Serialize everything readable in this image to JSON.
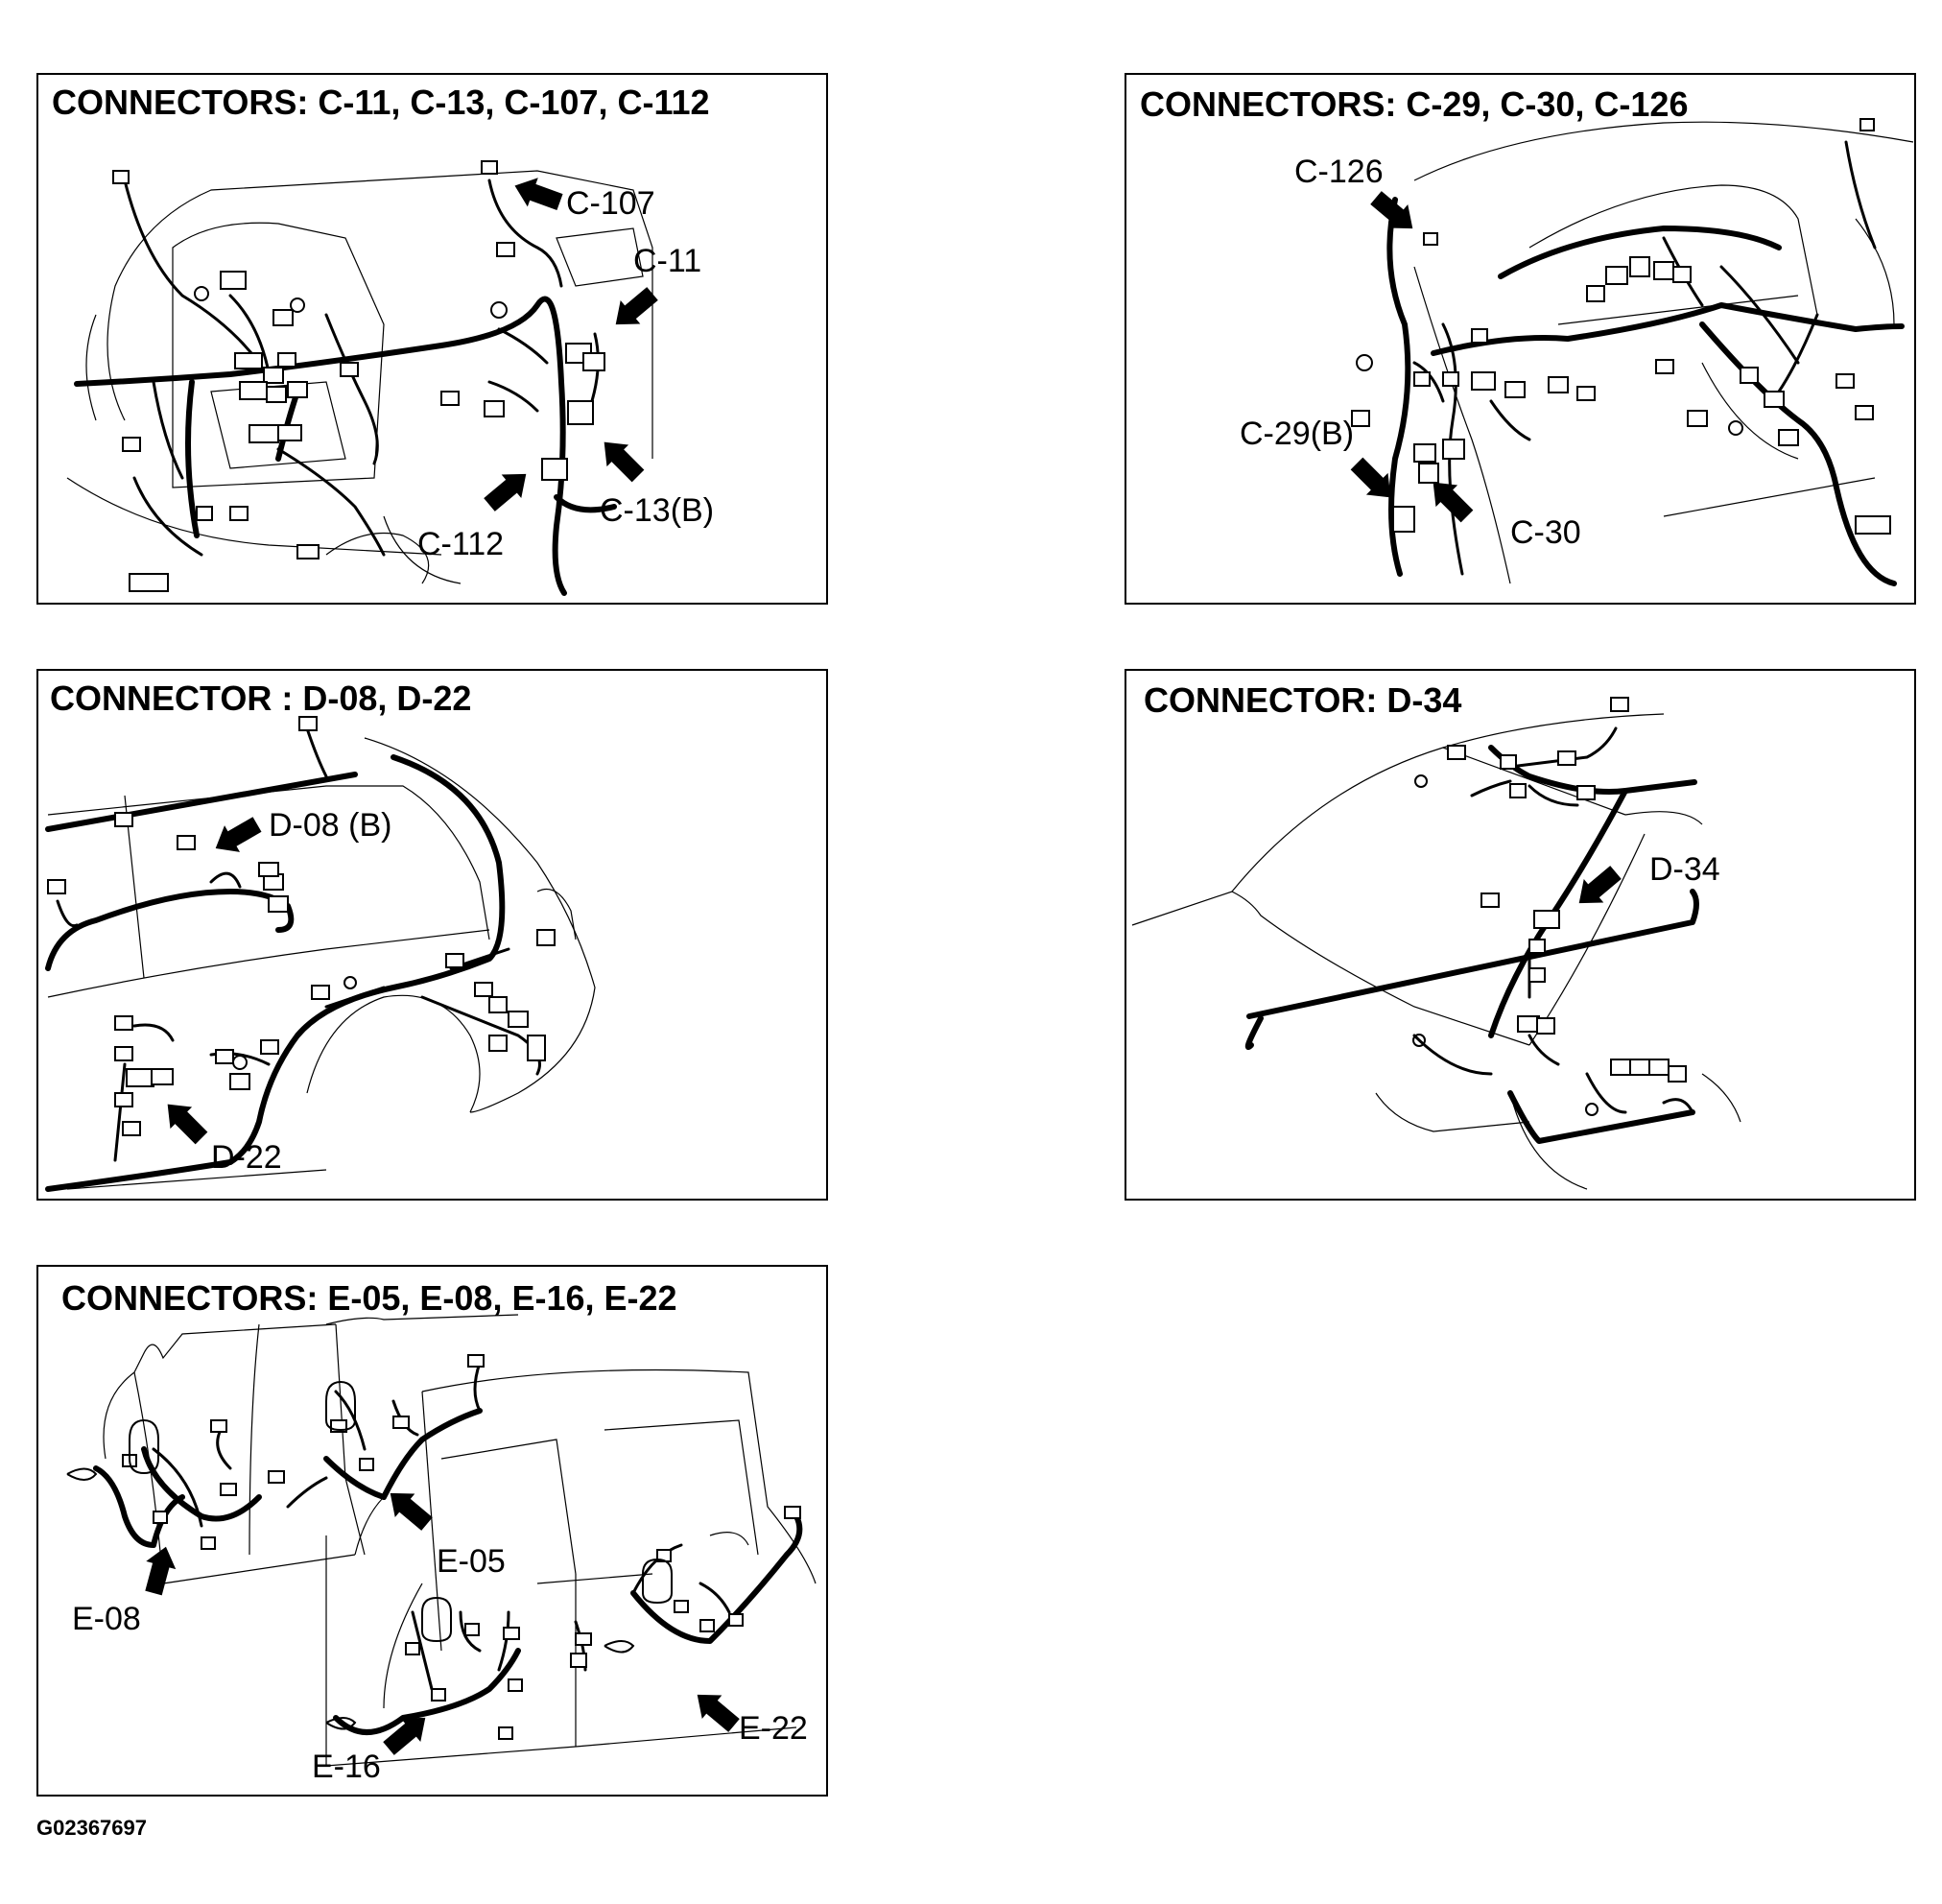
{
  "panels": [
    {
      "title": "CONNECTORS: C-11, C-13, C-107, C-112",
      "callouts": [
        "C-107",
        "C-11",
        "C-13(B)",
        "C-112"
      ]
    },
    {
      "title": "CONNECTORS: C-29, C-30, C-126",
      "callouts": [
        "C-126",
        "C-29(B)",
        "C-30"
      ]
    },
    {
      "title": "CONNECTOR : D-08, D-22",
      "callouts": [
        "D-08 (B)",
        "D-22"
      ]
    },
    {
      "title": "CONNECTOR: D-34",
      "callouts": [
        "D-34"
      ]
    },
    {
      "title": "CONNECTORS: E-05, E-08, E-16, E-22",
      "callouts": [
        "E-05",
        "E-08",
        "E-16",
        "E-22"
      ]
    }
  ],
  "figure_id": "G02367697"
}
